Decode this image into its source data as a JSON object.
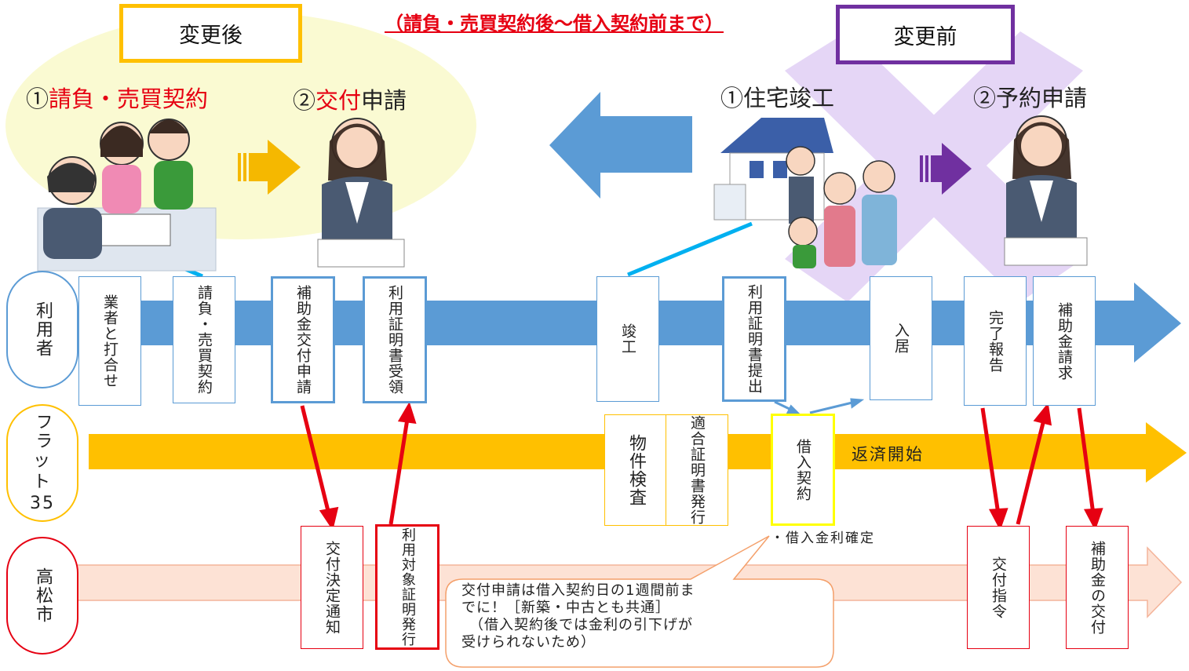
{
  "header": {
    "period_note": "（請負・売買契約後～借入契約前まで）",
    "after_tag": "変更後",
    "before_tag": "変更前"
  },
  "steps": {
    "after_1_num": "①",
    "after_1_label": "請負・売買契約",
    "after_2_num": "②",
    "after_2_red": "交付",
    "after_2_rest": "申請",
    "before_1": "①住宅竣工",
    "before_2": "②予約申請"
  },
  "lanes": {
    "user": "利用者",
    "flat35_line1": "フラ",
    "flat35_line2": "ッ",
    "flat35_line3": "ト",
    "flat35_line4": "35",
    "city": "高松市"
  },
  "user_boxes": [
    "業者と打合せ",
    "請負・売買契約",
    "補助金交付申請",
    "利用証明書受領",
    "竣工",
    "利用証明書提出",
    "入居",
    "完了報告",
    "補助金請求"
  ],
  "flat_boxes": [
    "物件検査",
    "適合証明書発行",
    "借入契約"
  ],
  "flat_arrow_label": "返済開始",
  "city_boxes": [
    "交付決定通知",
    "利用対象証明発行",
    "交付指令",
    "補助金の交付"
  ],
  "rate_note": "・借入金利確定",
  "callout": {
    "line1": "交付申請は借入契約日の1週間前ま",
    "line2": "でに！［新築・中古とも共通］",
    "line3": "（借入契約後では金利の引下げが",
    "line4": "受けられないため）"
  },
  "colors": {
    "user_arrow": "#5b9bd5",
    "flat_arrow": "#ffc000",
    "city_arrow": "#fce4d6",
    "red": "#e60012",
    "purple": "#7030a0",
    "after_bg": "#fafad2",
    "before_bg": "#e4d4f7"
  }
}
